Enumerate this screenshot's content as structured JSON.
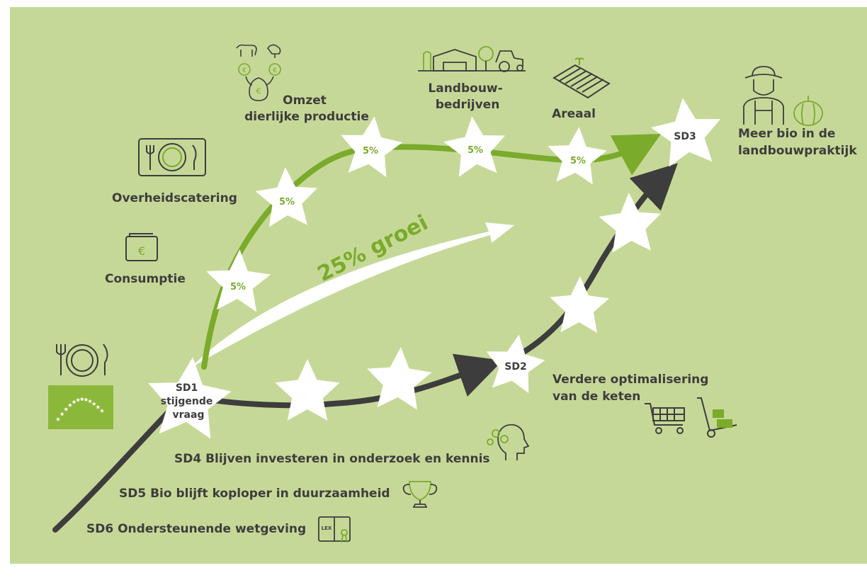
{
  "colors": {
    "background": "#c6d897",
    "green_accent": "#7aab2b",
    "dark": "#3d3d3d",
    "white": "#ffffff"
  },
  "stars": {
    "sd1": [
      "SD1",
      "stijgende",
      "vraag"
    ],
    "sd2": "SD2",
    "sd3": "SD3",
    "pct_1": "5%",
    "pct_2": "5%",
    "pct_3": "5%",
    "pct_4": "5%",
    "pct_5": "5%"
  },
  "growth_label": "25% groei",
  "labels": {
    "consumptie": "Consumptie",
    "overheidscatering": "Overheidscatering",
    "omzet": [
      "Omzet",
      "dierlijke productie"
    ],
    "landbouwbedrijven": [
      "Landbouw-",
      "bedrijven"
    ],
    "areaal": "Areaal",
    "meer_bio": [
      "Meer bio in de",
      "landbouwpraktijk"
    ],
    "verdere": [
      "Verdere optimalisering",
      "van de keten"
    ],
    "sd4": "SD4 Blijven investeren in onderzoek en kennis",
    "sd5": "SD5 Bio blijft koploper in duurzaamheid",
    "sd6": "SD6 Ondersteunende wetgeving"
  },
  "icons": {
    "wallet": "wallet-euro-icon",
    "catering": "plate-cutlery-icon",
    "livestock": "livestock-money-icon",
    "farm": "farm-buildings-icon",
    "field": "field-plot-icon",
    "farmer": "farmer-pumpkin-icon",
    "food": "plate-cutlery-icon",
    "eu_bio": "eu-organic-logo-icon",
    "cart": "shopping-cart-icon",
    "trolley": "hand-trolley-icon",
    "research": "head-gears-icon",
    "trophy": "trophy-icon",
    "lex": "law-book-icon",
    "lex_text": "LEX"
  }
}
